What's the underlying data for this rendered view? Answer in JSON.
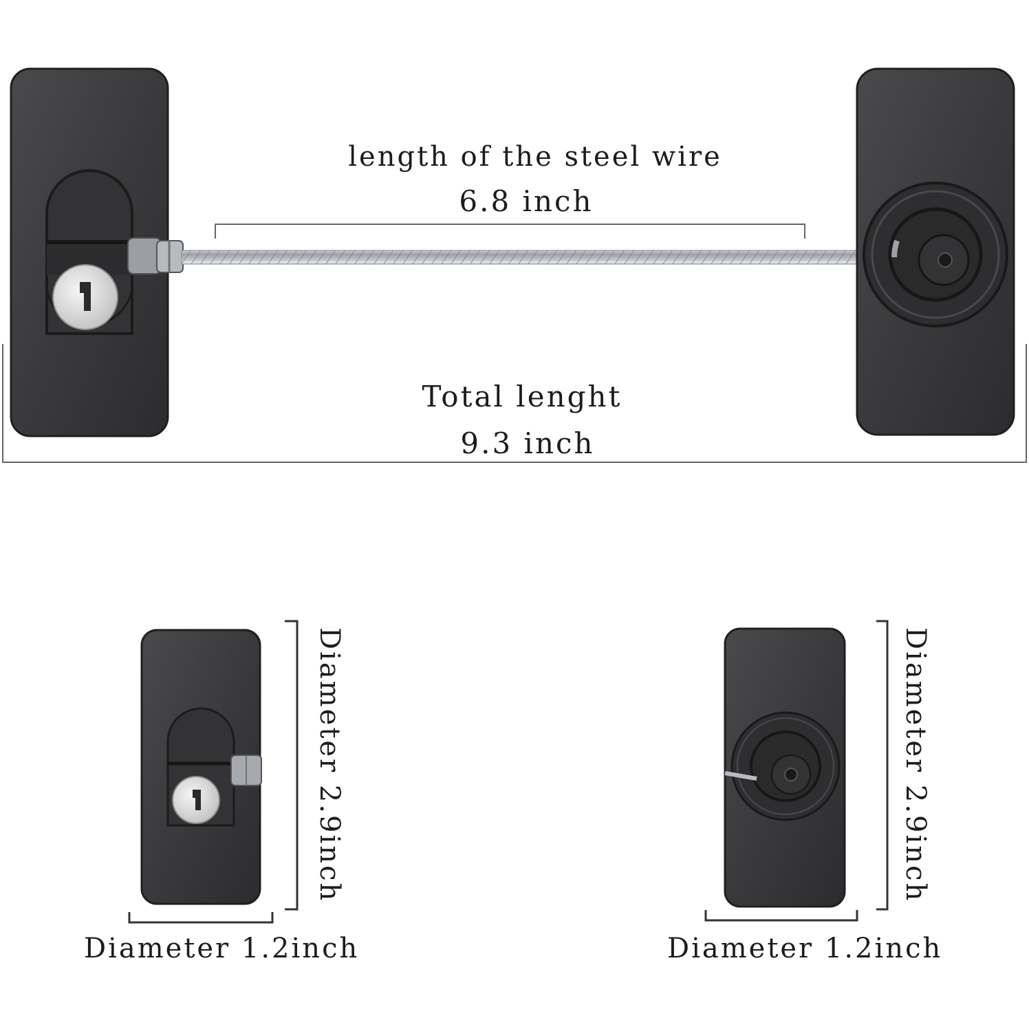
{
  "dimensions": {
    "wire_title": "length of the steel wire",
    "wire_value": "6.8 inch",
    "total_title": "Total lenght",
    "total_value": "9.3 inch",
    "left_width_label": "Diameter 1.2inch",
    "left_height_label": "Diameter 2.9inch",
    "right_width_label": "Diameter 1.2inch",
    "right_height_label": "Diameter 2.9inch"
  },
  "colors": {
    "plate": "#3a3a3c",
    "plate_edge": "#1f1f21",
    "wire": "#b9bcc0",
    "lock_face": "#e6e6e6",
    "dimension_line": "#555555"
  },
  "icons": [
    "key-lock-icon",
    "wire-anchor-icon"
  ]
}
